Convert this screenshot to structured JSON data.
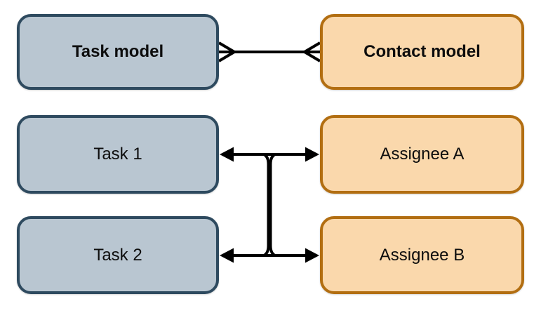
{
  "diagram": {
    "title": "Task-to-Contact assignment relationship diagram",
    "colors": {
      "background": "#ffffff",
      "task_fill": "#b9c6d1",
      "task_border": "#2e4a5f",
      "contact_fill": "#fad8ac",
      "contact_border": "#b26e11",
      "connector": "#000000",
      "text": "#0d0d0d"
    },
    "nodes": {
      "task_model": {
        "label": "Task model",
        "style": "blue-gray, bold"
      },
      "contact_model": {
        "label": "Contact model",
        "style": "orange, bold"
      },
      "task_1": {
        "label": "Task 1",
        "style": "blue-gray"
      },
      "task_2": {
        "label": "Task 2",
        "style": "blue-gray"
      },
      "assignee_a": {
        "label": "Assignee A",
        "style": "orange"
      },
      "assignee_b": {
        "label": "Assignee B",
        "style": "orange"
      }
    },
    "relationships": [
      {
        "from": "Task model",
        "to": "Contact model",
        "notation": "crow's foot many-to-many"
      },
      {
        "from": "Task 1",
        "to": "Assignee A",
        "notation": "double-headed arrow"
      },
      {
        "from": "Task 2",
        "to": "Assignee B",
        "notation": "double-headed arrow"
      },
      {
        "from": "Task 1 link",
        "to": "Task 2 link",
        "notation": "vertical join with flared ends"
      }
    ]
  }
}
